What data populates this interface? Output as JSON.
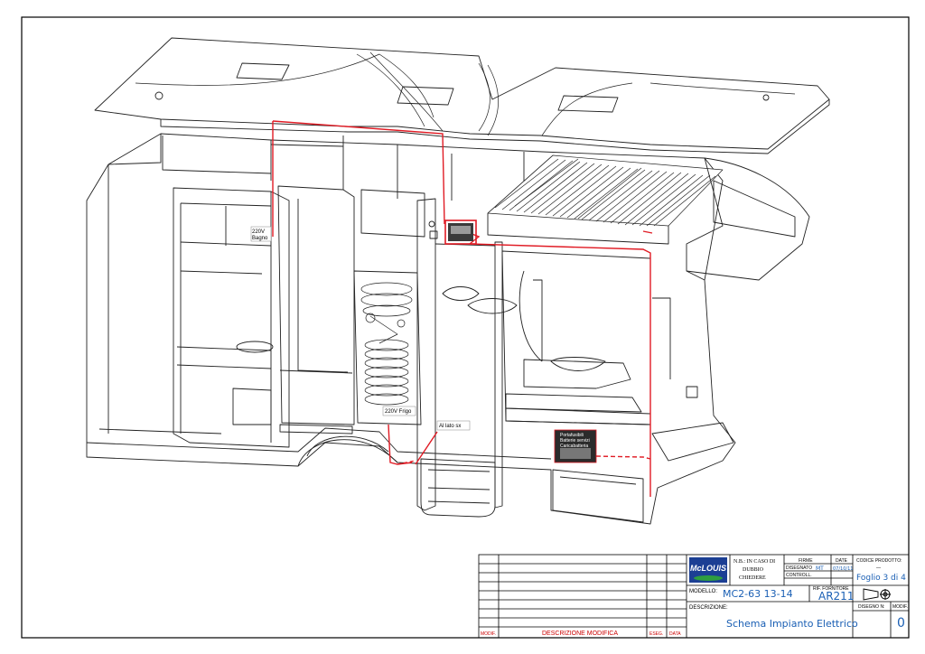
{
  "callouts": {
    "bagno": [
      "220V",
      "Bagno"
    ],
    "frigo": "220V Frigo",
    "lato": "Al lato sx",
    "battery": [
      "Portafusibili",
      "Batterie servizi",
      "Caricabatteria"
    ]
  },
  "title_block": {
    "logo": "McLOUIS",
    "note": [
      "N.B.: IN CASO DI",
      "DUBBIO",
      "CHIEDERE"
    ],
    "firme_label": "FIRME",
    "date_label": "DATE",
    "disegnato_label": "DISEGNATO",
    "disegnato_value": "MT",
    "disegnato_date": "07/10/11",
    "controll_label": "CONTROLL.",
    "codice_label": "CODICE PRODOTTO:",
    "codice_value": "—",
    "foglio": "Foglio 3 di 4",
    "modello_label": "MODELLO:",
    "modello_value": "MC2-63 13-14",
    "rif_label": "RIF. FORNITORE",
    "rif_value": "AR211",
    "descrizione_label": "DESCRIZIONE:",
    "descrizione_value": "Schema Impianto Elettrico",
    "disegno_label": "DISEGNO N:",
    "disegno_value": "",
    "mod_label": "MODIF.",
    "mod_value": "0",
    "modif_label": "MODIF.",
    "descr_mod_label": "DESCRIZIONE MODIFICA",
    "eseg_label": "ESEG.",
    "data_label": "DATA"
  },
  "colors": {
    "wiring": "#e01b24",
    "line": "#222222",
    "hand": "#1a5fb4",
    "header_red": "#cc0000",
    "logo_bg": "#1c3f94",
    "logo_fg": "#ffffff"
  }
}
